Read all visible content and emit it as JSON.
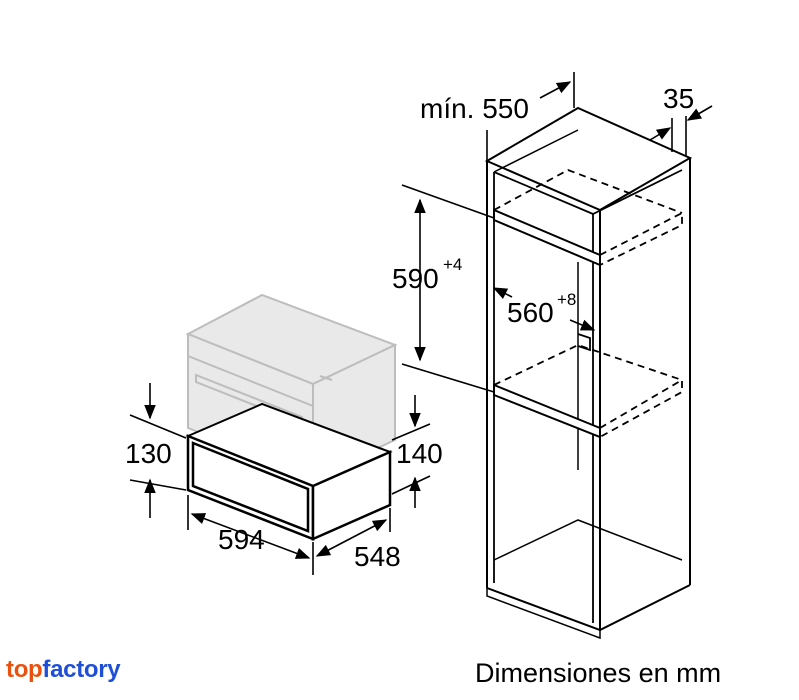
{
  "labels": {
    "min_550": "mín. 550",
    "d35": "35",
    "d590": "590",
    "d590_sup": "+4",
    "d560": "560",
    "d560_sup": "+8",
    "d130": "130",
    "d140": "140",
    "d594": "594",
    "d548": "548"
  },
  "caption": "Dimensiones en mm",
  "logo": {
    "part1": "top",
    "part2": "factory"
  },
  "colors": {
    "line": "#000000",
    "ghost": "#bdbdbd",
    "ghost_fill": "#e9e9e9"
  }
}
